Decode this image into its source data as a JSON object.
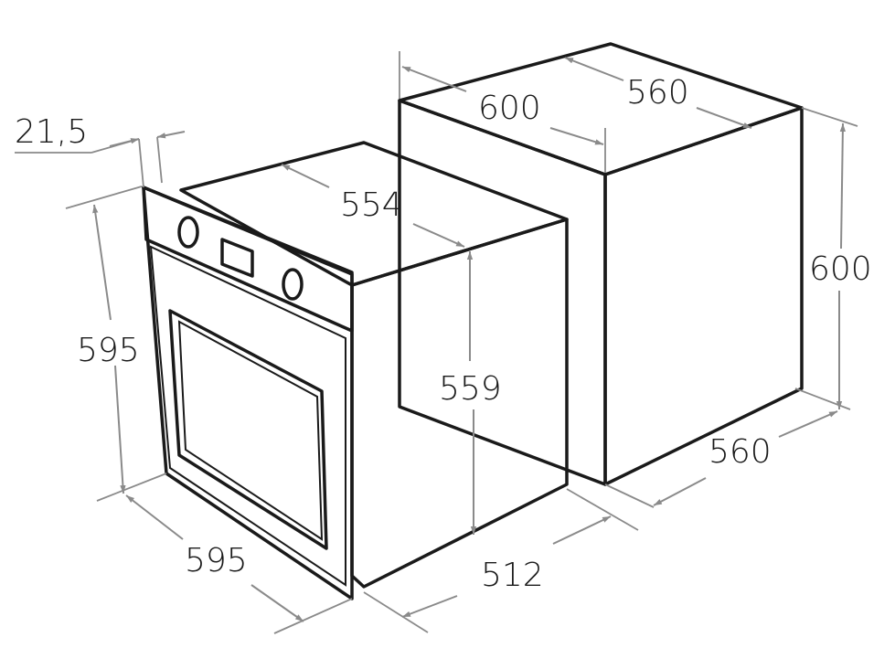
{
  "dimensions": {
    "panel_depth": "21,5",
    "oven_height": "595",
    "oven_width": "595",
    "oven_top_depth": "554",
    "oven_body_height": "559",
    "oven_body_depth": "512",
    "niche_depth": "600",
    "niche_top_width": "560",
    "niche_height": "600",
    "niche_bottom_width": "560"
  },
  "colors": {
    "outline": "#1a1a1a",
    "dimension_lines": "#8a8a8a",
    "side_panel": "#ebebeb",
    "glass": "#e2e2e2",
    "background": "#ffffff"
  }
}
